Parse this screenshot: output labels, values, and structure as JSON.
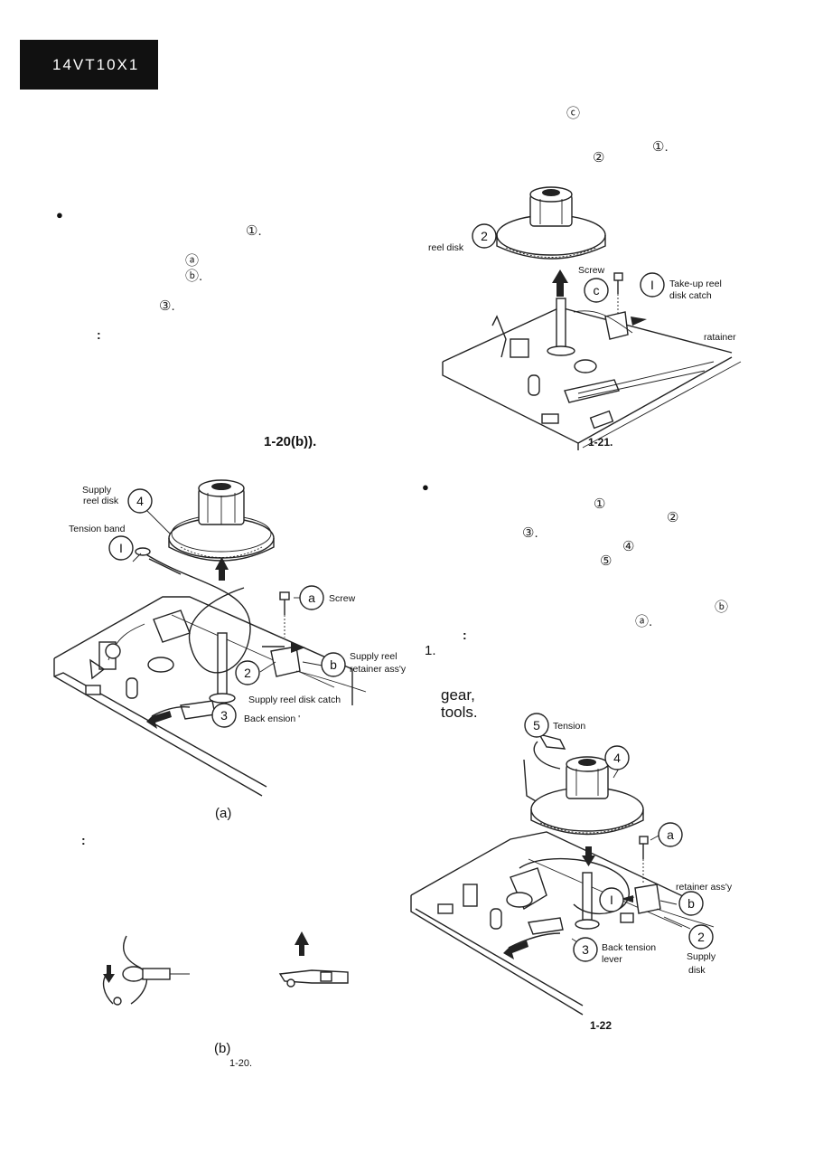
{
  "header": {
    "model": "14VT10X1"
  },
  "left_column": {
    "bullet": "●",
    "marks": [
      "①.",
      "ⓐ",
      "ⓑ.",
      "③."
    ],
    "note_colon": ":",
    "ref_text": "1-20(b)).",
    "note_colon_2": ":"
  },
  "fig_1_20": {
    "labels": {
      "supply_reel_disk_1": "Supply",
      "supply_reel_disk_2": "reel disk",
      "tension_band": "Tension band",
      "screw": "Screw",
      "supply_reel_retainer_1": "Supply reel",
      "supply_reel_retainer_2": "retainer ass'y",
      "supply_reel_disk_catch": "Supply reel disk catch",
      "back_tension": "Back ension '"
    },
    "callouts": [
      "4",
      "I",
      "a",
      "b",
      "2",
      "3"
    ],
    "sub_a": "(a)",
    "sub_b": "(b)",
    "caption": "1-20."
  },
  "right_column": {
    "marks_top": [
      "ⓒ",
      "①.",
      "②"
    ],
    "bullet": "●",
    "marks_mid": [
      "①",
      "②",
      "③.",
      "④",
      "⑤",
      "ⓑ",
      "ⓐ."
    ],
    "note_colon": ":",
    "note_num": "1.",
    "gear": "gear,",
    "tools": "tools."
  },
  "fig_1_21": {
    "labels": {
      "reel_disk": "reel disk",
      "screw": "Screw",
      "takeup_1": "Take-up reel",
      "takeup_2": "disk catch",
      "retainer": "ratainer"
    },
    "callouts": [
      "2",
      "c",
      "I"
    ],
    "caption": "1-21."
  },
  "fig_1_22": {
    "labels": {
      "tension": "Tension",
      "retainer": "retainer ass'y",
      "back_tension_1": "Back tension",
      "back_tension_2": "lever",
      "supply_1": "Supply",
      "supply_2": "disk"
    },
    "callouts": [
      "5",
      "4",
      "a",
      "I",
      "b",
      "2",
      "3"
    ],
    "caption": "1-22"
  }
}
